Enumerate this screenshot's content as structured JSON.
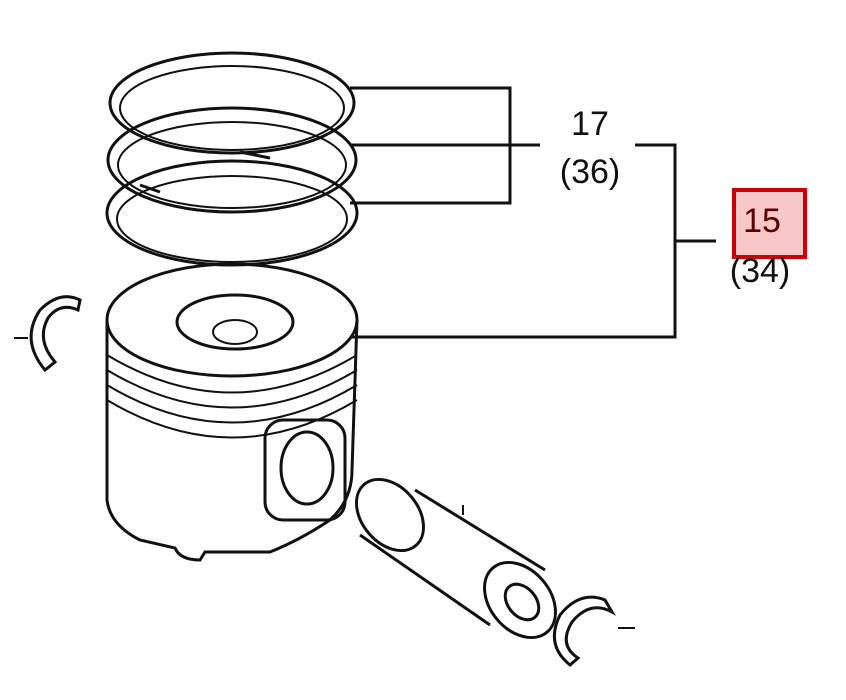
{
  "diagram": {
    "callouts": [
      {
        "number": "17",
        "quantity": "(36)"
      },
      {
        "number": "15",
        "quantity": "(34)",
        "highlighted": true
      }
    ],
    "highlight_color": "#cc0000",
    "highlight_fill": "#f8c8c8"
  }
}
